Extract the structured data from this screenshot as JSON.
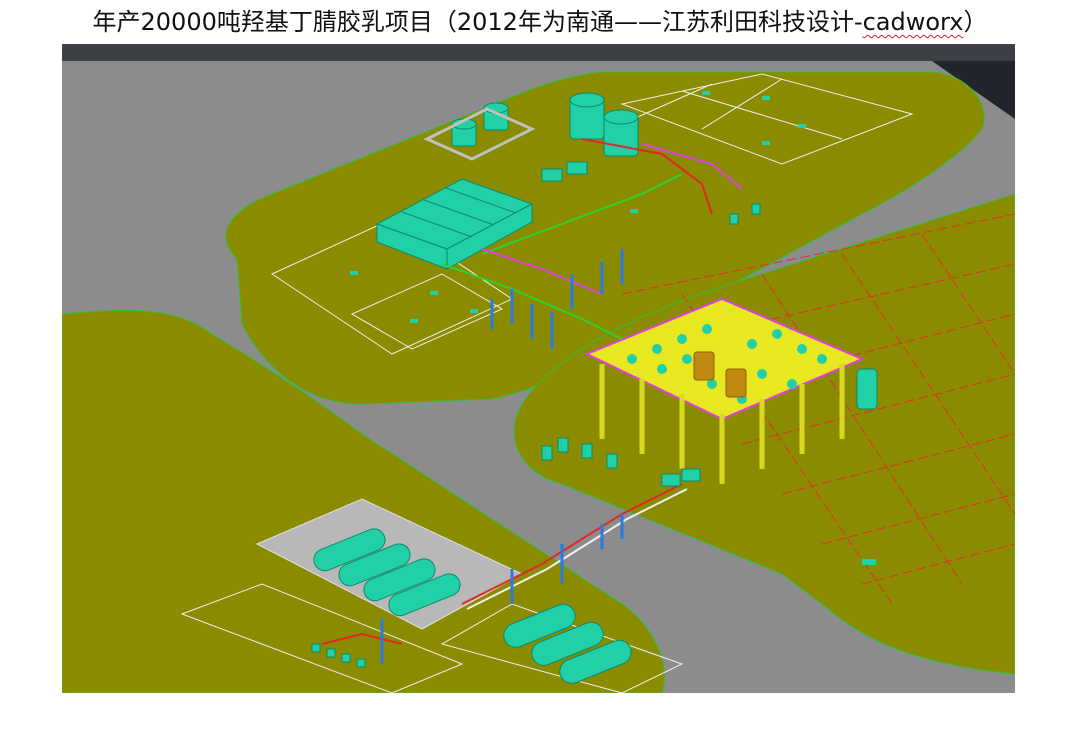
{
  "document": {
    "title_prefix": "年产20000吨羟基丁腈胶乳项目（2012年为南通——江苏利田科技设计-",
    "title_squiggle": "cadworx",
    "title_suffix": "）"
  },
  "viewport": {
    "description_icon": "cad-3d-plant-model",
    "colors": {
      "ground": "#8b8b00",
      "road": "#8c8c8c",
      "background": "#22262c",
      "equipment": "#22d0a8",
      "structure": "#e0e000",
      "piping_blue": "#2a7be0",
      "piping_magenta": "#e040e0",
      "piping_red": "#e02828",
      "tank_orange": "#c08a10"
    }
  }
}
